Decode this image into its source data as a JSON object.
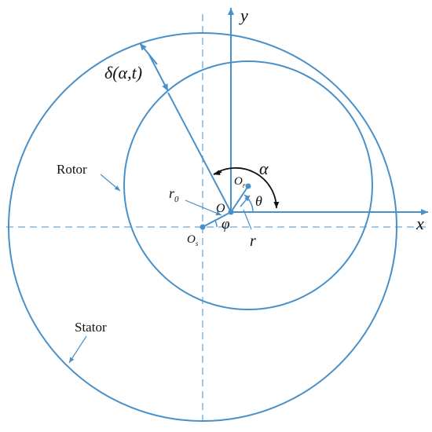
{
  "labels": {
    "y_axis": "y",
    "x_axis": "x",
    "gap": "δ(α,t)",
    "rotor": "Rotor",
    "stator": "Stator",
    "alpha": "α",
    "theta": "θ",
    "phi": "φ",
    "origin": "O",
    "or_main": "O",
    "or_sub": "r",
    "os_main": "O",
    "os_sub": "s",
    "r0_main": "r",
    "r0_sub": "0",
    "r": "r"
  },
  "colors": {
    "line": "#4a90c8",
    "text": "#111111",
    "background": "#ffffff"
  }
}
